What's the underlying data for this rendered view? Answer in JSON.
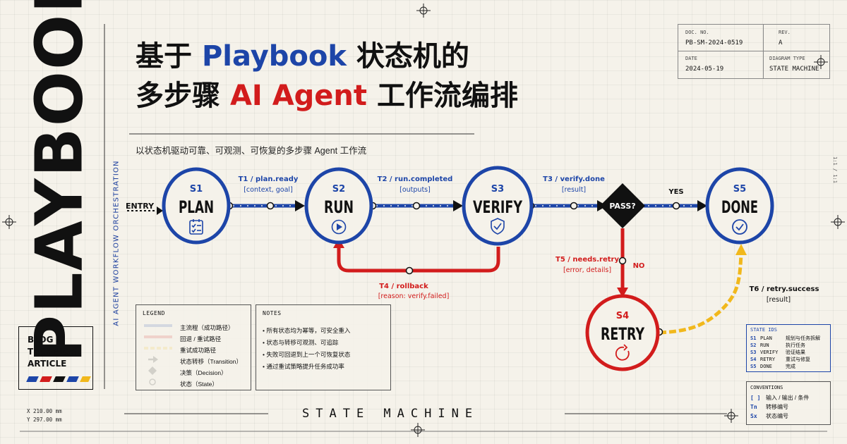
{
  "brand": {
    "side_word": "PLAYBOOK",
    "vertical_caption": "AI AGENT WORKFLOW ORCHESTRATION"
  },
  "title": {
    "line1_pre": "基于 ",
    "line1_accent": "Playbook",
    "line1_post": " 状态机的",
    "line2_pre": "多步骤 ",
    "line2_accent": "AI Agent",
    "line2_post": " 工作流编排"
  },
  "subtitle": "以状态机驱动可靠、可观测、可恢复的多步骤 Agent 工作流",
  "meta": {
    "doc_no_label": "DOC. NO.",
    "doc_no": "PB-SM-2024-0519",
    "rev_label": "REV.",
    "rev": "A",
    "date_label": "DATE",
    "date": "2024-05-19",
    "type_label": "DIAGRAM TYPE",
    "type": "STATE MACHINE"
  },
  "side_note": "1:1 / 1:1",
  "blog": {
    "line1": "BLOG /",
    "line2": "TECHNICAL",
    "line3": "ARTICLE"
  },
  "coords": {
    "x": "X    210.00 mm",
    "y": "Y    297.00 mm"
  },
  "diagram": {
    "entry": "ENTRY",
    "states": [
      {
        "id": "S1",
        "name": "PLAN",
        "icon": "checklist-icon"
      },
      {
        "id": "S2",
        "name": "RUN",
        "icon": "play-icon"
      },
      {
        "id": "S3",
        "name": "VERIFY",
        "icon": "shield-check-icon"
      },
      {
        "id": "S5",
        "name": "DONE",
        "icon": "check-circle-icon"
      },
      {
        "id": "S4",
        "name": "RETRY",
        "icon": "refresh-icon"
      }
    ],
    "decision": "PASS?",
    "transitions": [
      {
        "label": "T1 / plan.ready",
        "params": "[context, goal]"
      },
      {
        "label": "T2 / run.completed",
        "params": "[outputs]"
      },
      {
        "label": "T3 / verify.done",
        "params": "[result]"
      },
      {
        "label": "T4 / rollback",
        "params": "[reason: verify.failed]"
      },
      {
        "label": "T5 / needs.retry",
        "params": "[error, details]"
      },
      {
        "label": "T6 / retry.success",
        "params": "[result]"
      }
    ],
    "yes": "YES",
    "no": "NO"
  },
  "legend": {
    "header": "LEGEND",
    "items": [
      "主流程（成功路径）",
      "回退 / 重试路径",
      "重试成功路径",
      "状态转移（Transition）",
      "决策（Decision）",
      "状态（State）"
    ]
  },
  "notes": {
    "header": "NOTES",
    "items": [
      "• 所有状态均为幂等，可安全重入",
      "• 状态与转移可观测、可追踪",
      "• 失败可回退到上一个可恢复状态",
      "• 通过重试策略提升任务成功率"
    ]
  },
  "state_ids": {
    "header": "STATE IDS",
    "rows": [
      {
        "id": "S1",
        "name": "PLAN",
        "desc": "规划与任务拆解"
      },
      {
        "id": "S2",
        "name": "RUN",
        "desc": "执行任务"
      },
      {
        "id": "S3",
        "name": "VERIFY",
        "desc": "验证结果"
      },
      {
        "id": "S4",
        "name": "RETRY",
        "desc": "重试与修复"
      },
      {
        "id": "S5",
        "name": "DONE",
        "desc": "完成"
      }
    ]
  },
  "conventions": {
    "header": "CONVENTIONS",
    "rows": [
      {
        "sym": "[ ]",
        "desc": "输入 / 输出 / 条件"
      },
      {
        "sym": "Tn",
        "desc": "转移编号"
      },
      {
        "sym": "Sx",
        "desc": "状态编号"
      }
    ]
  },
  "footer": "STATE MACHINE",
  "colors": {
    "blue": "#1d45a8",
    "red": "#d21c1c",
    "yellow": "#f1b81c",
    "ink": "#111111",
    "paper": "#f5f2ea"
  }
}
